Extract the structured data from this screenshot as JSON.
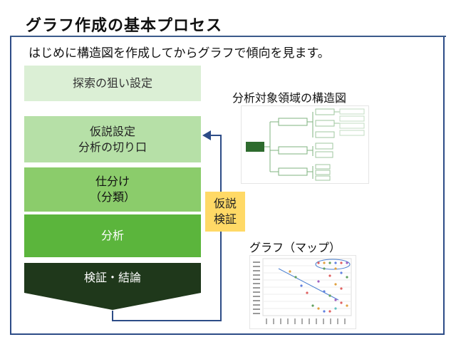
{
  "page": {
    "title": "グラフ作成の基本プロセス",
    "subtitle": "はじめに構造図を作成してからグラフで傾向を見ます。"
  },
  "steps": [
    {
      "line1": "探索の狙い設定",
      "line2": ""
    },
    {
      "line1": "仮説設定",
      "line2": "分析の切り口"
    },
    {
      "line1": "仕分け",
      "line2": "（分類）"
    },
    {
      "line1": "分析",
      "line2": ""
    },
    {
      "line1": "検証・結論",
      "line2": ""
    }
  ],
  "hypothesis_box": {
    "line1": "仮説",
    "line2": "検証"
  },
  "structure_label": "分析対象領域の構造図",
  "graph_label": "グラフ（マップ）",
  "colors": {
    "frame": "#2d4c87",
    "step1": "#dbefd5",
    "step2": "#b6e0a7",
    "step3": "#8bcc6b",
    "step4": "#5bb53c",
    "step5": "#1f381b",
    "loop_arrow": "#2d4c87",
    "hypothesis": "#ffd966"
  }
}
